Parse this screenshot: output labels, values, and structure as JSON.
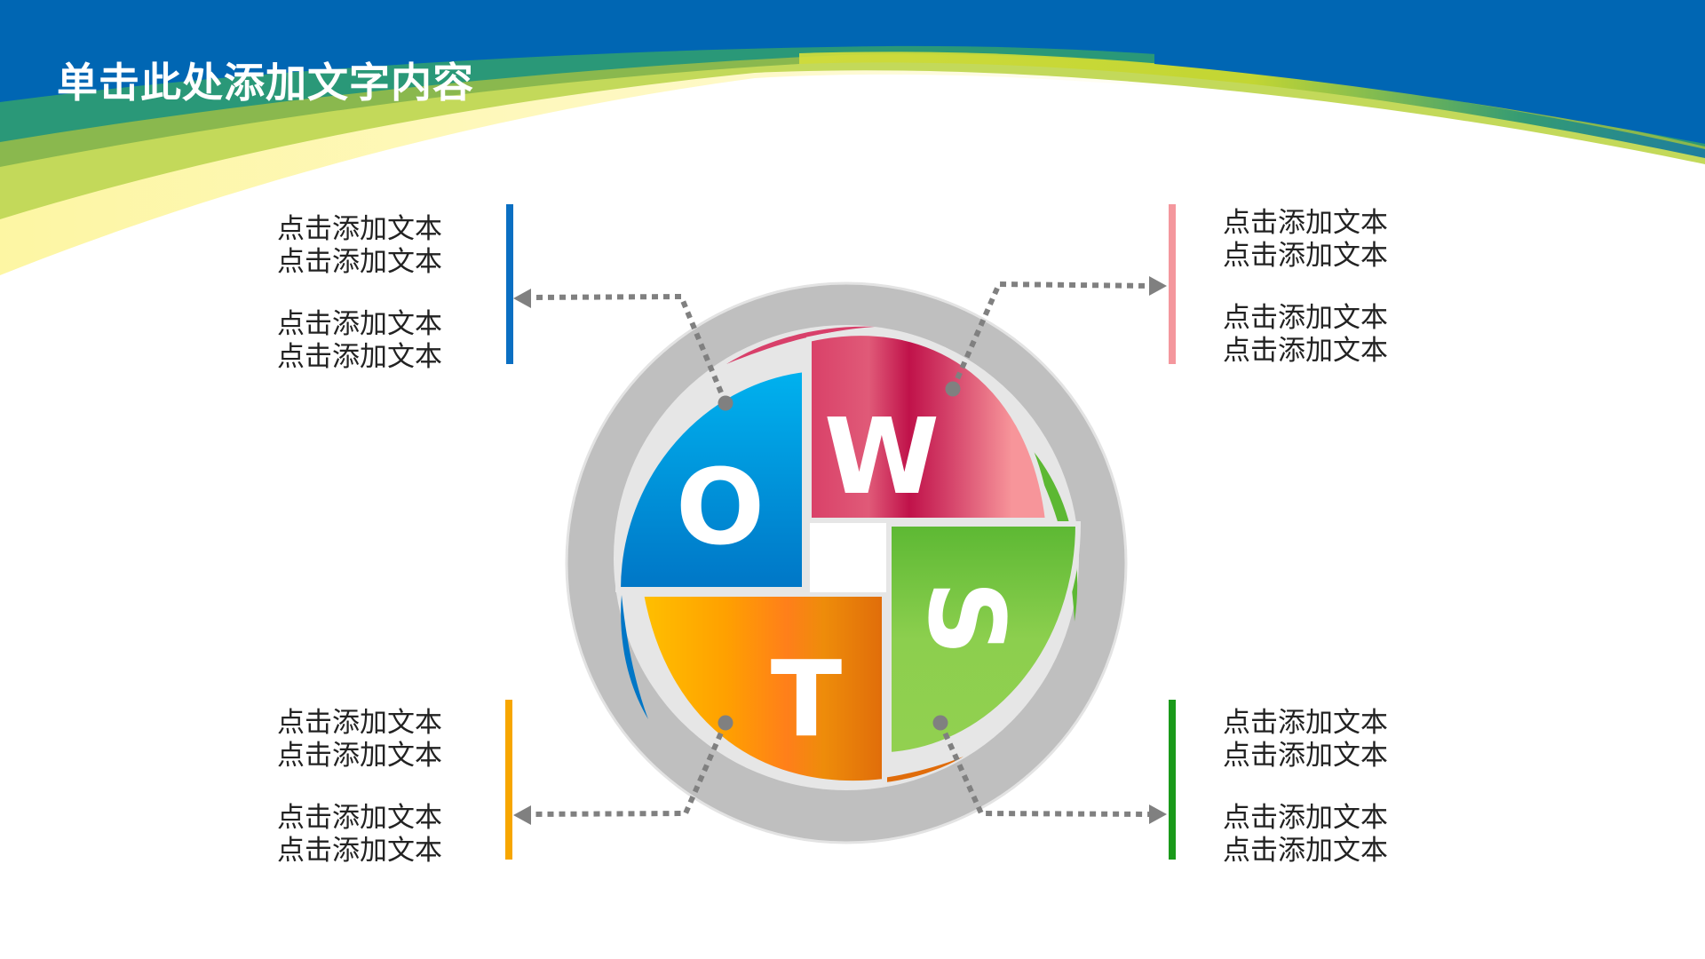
{
  "slide": {
    "title": "单击此处添加文字内容",
    "colors": {
      "header_blue": "#0066b3",
      "band_teal": "#2a9878",
      "band_olive": "#8ab84e",
      "band_lime": "#c3d95a",
      "band_pale_yellow": "#fdf6a3",
      "ring_gray": "#bfbfbf",
      "connector_gray": "#808080"
    }
  },
  "swot": {
    "center_letters": [
      {
        "key": "O",
        "label": "O",
        "color": "#00a0e4"
      },
      {
        "key": "W",
        "label": "W",
        "color": "#c8164e"
      },
      {
        "key": "S",
        "label": "S",
        "color": "#6cc040"
      },
      {
        "key": "T",
        "label": "T",
        "color": "#ff9a10"
      }
    ],
    "blocks": [
      {
        "position": "top-left",
        "bar_color": "#0a6fc2",
        "paragraphs": [
          [
            "点击添加文本",
            "点击添加文本"
          ],
          [
            "点击添加文本",
            "点击添加文本"
          ]
        ]
      },
      {
        "position": "top-right",
        "bar_color": "#f4979d",
        "paragraphs": [
          [
            "点击添加文本",
            "点击添加文本"
          ],
          [
            "点击添加文本",
            "点击添加文本"
          ]
        ]
      },
      {
        "position": "bottom-left",
        "bar_color": "#f7a600",
        "paragraphs": [
          [
            "点击添加文本",
            "点击添加文本"
          ],
          [
            "点击添加文本",
            "点击添加文本"
          ]
        ]
      },
      {
        "position": "bottom-right",
        "bar_color": "#1a9a1a",
        "paragraphs": [
          [
            "点击添加文本",
            "点击添加文本"
          ],
          [
            "点击添加文本",
            "点击添加文本"
          ]
        ]
      }
    ]
  }
}
